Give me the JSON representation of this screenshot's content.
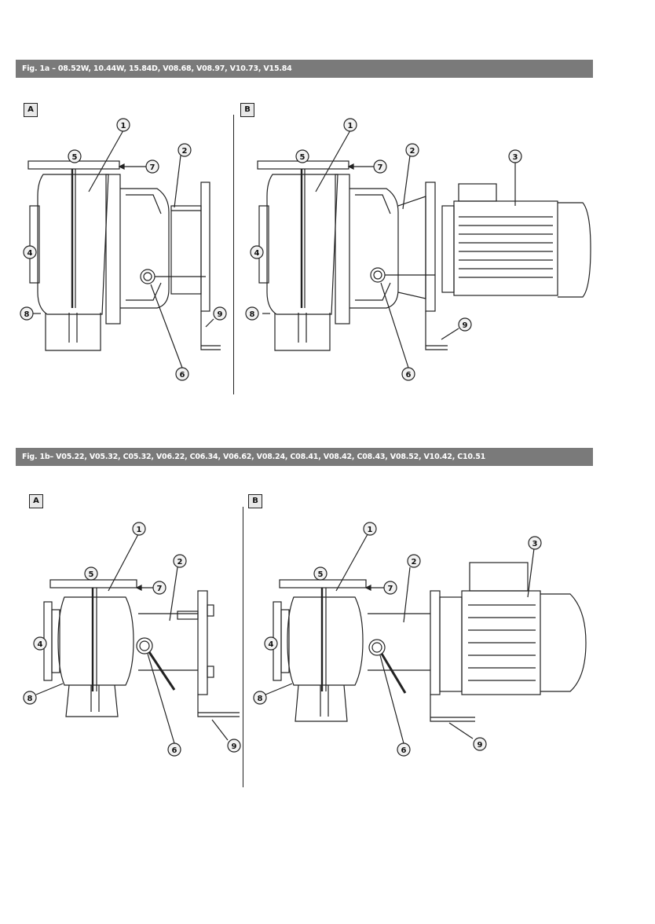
{
  "figures": [
    {
      "caption": "Fig. 1a  – 08.52W, 10.44W, 15.84D, V08.68, V08.97, V10.73, V15.84",
      "panels": [
        "A",
        "B"
      ]
    },
    {
      "caption": "Fig. 1b– V05.22, V05.32, C05.32, V06.22, C06.34, V06.62, V08.24, C08.41, V08.42, C08.43, V08.52, V10.42, C10.51",
      "panels": [
        "A",
        "B"
      ]
    }
  ],
  "callouts": [
    "1",
    "2",
    "3",
    "4",
    "5",
    "6",
    "7",
    "8",
    "9"
  ],
  "colors": {
    "bar": "#7a7a7a",
    "ink": "#222222",
    "panel_bg": "#e8e8e8"
  }
}
